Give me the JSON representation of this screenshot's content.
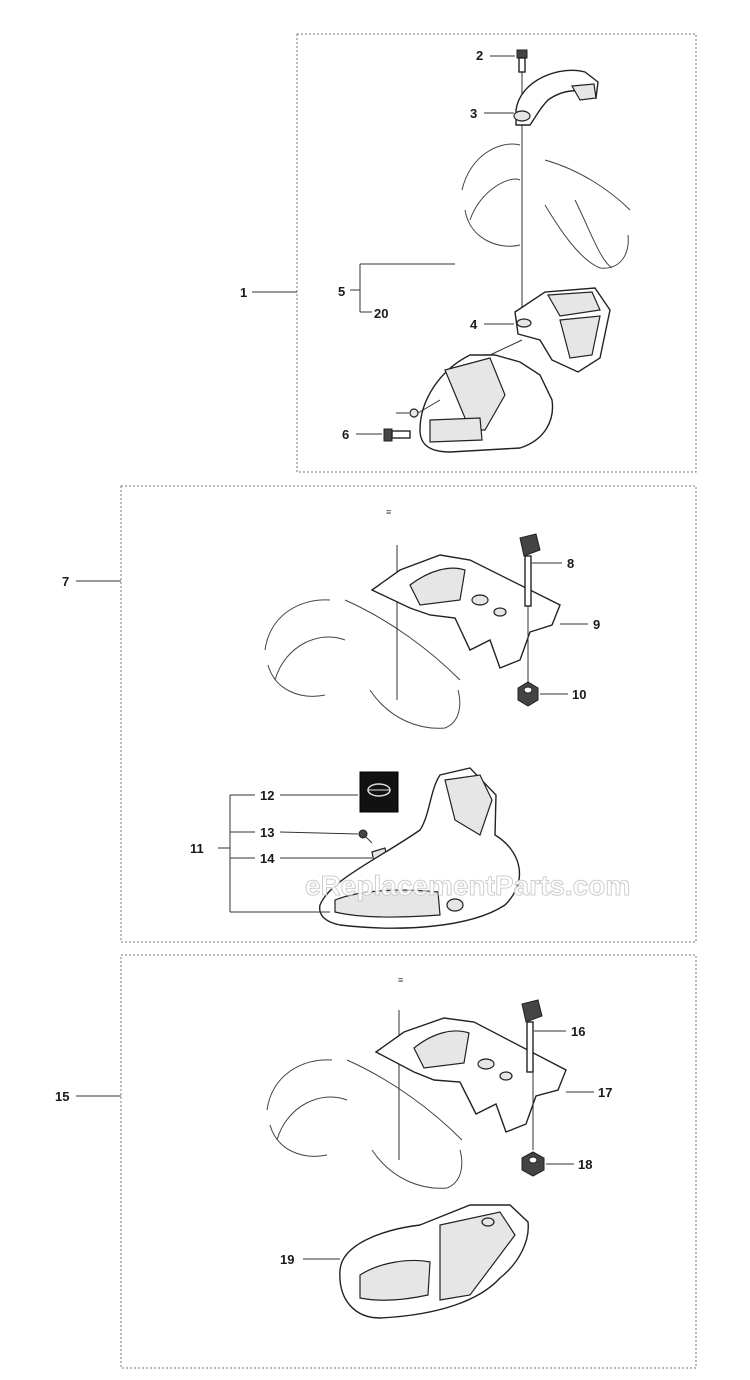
{
  "labels": {
    "l1": "1",
    "l2": "2",
    "l3": "3",
    "l4": "4",
    "l5": "5",
    "l6": "6",
    "l7": "7",
    "l8": "8",
    "l9": "9",
    "l10": "10",
    "l11": "11",
    "l12": "12",
    "l13": "13",
    "l14": "14",
    "l15": "15",
    "l16": "16",
    "l17": "17",
    "l18": "18",
    "l19": "19",
    "l20": "20"
  },
  "watermark": "eReplacementParts.com"
}
